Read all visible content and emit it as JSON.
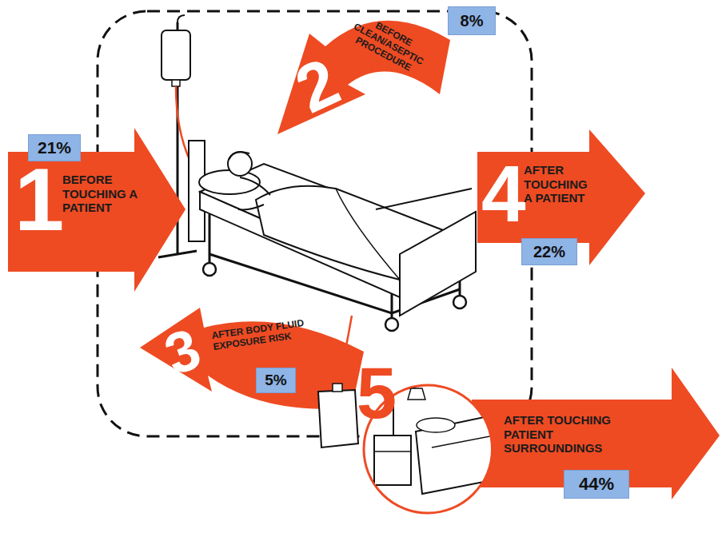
{
  "diagram": {
    "nodes": [
      {
        "text": [
          "1",
          "BEFORE TOUCHING A PATIENT"
        ]
      },
      {
        "text": [
          "21%"
        ]
      },
      {
        "text": [
          "2",
          "BEFORE CLEAN/ASEPTIC PROCEDURE"
        ]
      },
      {
        "text": [
          "8%"
        ]
      },
      {
        "text": [
          "3",
          "AFTER BODY FLUID EXPOSURE RISK"
        ]
      },
      {
        "text": [
          "5%"
        ],
        "in": 4
      },
      {
        "text": [
          "4",
          "AFTER TOUCHING A PATIENT"
        ]
      },
      {
        "text": [
          "22%"
        ],
        "in": 6
      },
      {
        "text": [
          "5",
          "AFTER TOUCHING PATIENT SURROUNDINGS"
        ]
      },
      {
        "text": [
          "44%"
        ],
        "in": 8
      }
    ]
  }
}
